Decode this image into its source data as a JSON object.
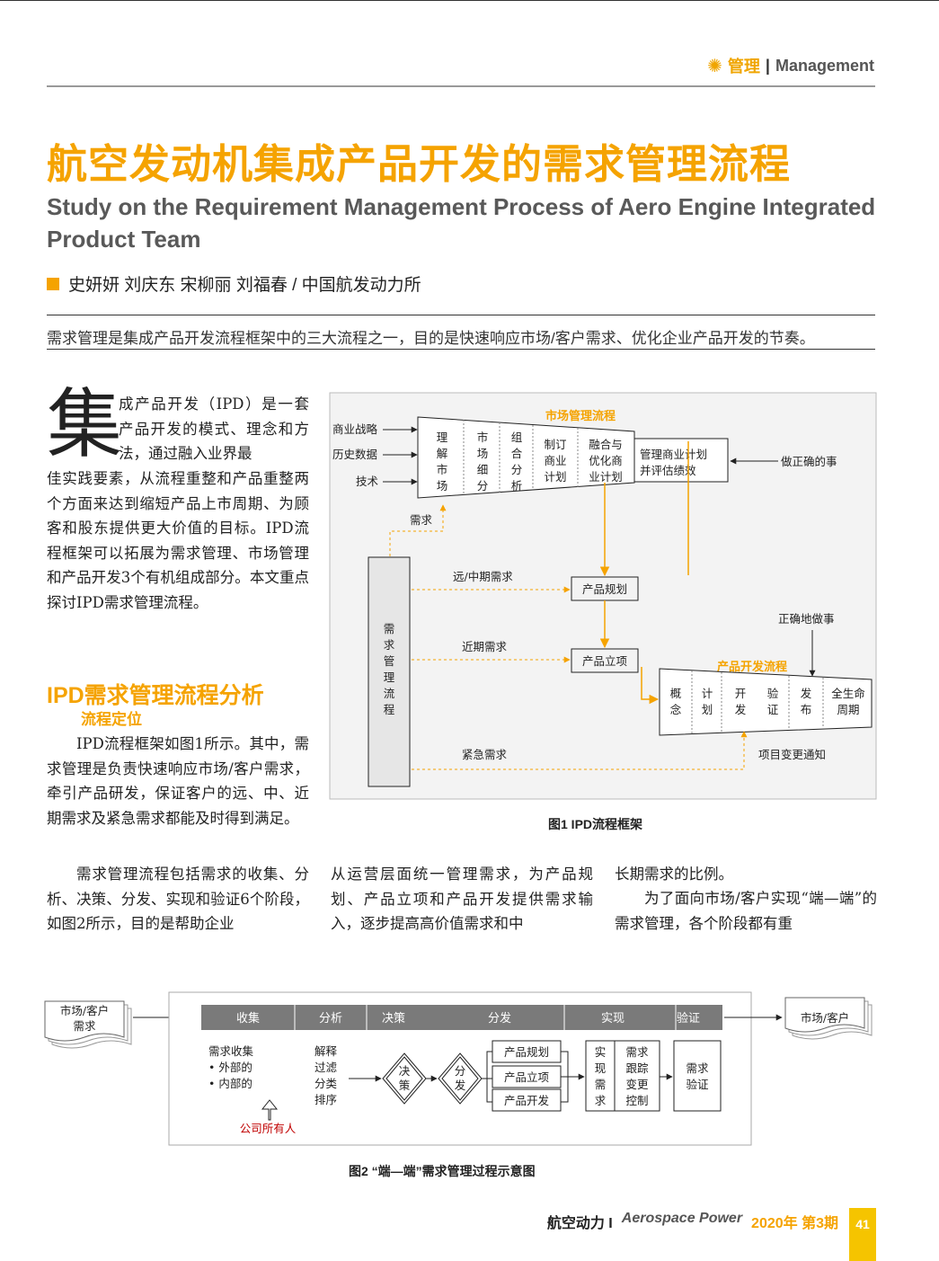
{
  "header": {
    "section_cn": "管理",
    "section_sep": "|",
    "section_en": "Management"
  },
  "title": "航空发动机集成产品开发的需求管理流程",
  "subtitle": "Study on the Requirement Management Process of Aero Engine Integrated Product Team",
  "authors": "史妍妍  刘庆东  宋柳丽  刘福春 / 中国航发动力所",
  "abstract": "需求管理是集成产品开发流程框架中的三大流程之一，目的是快速响应市场/客户需求、优化企业产品开发的节奏。",
  "intro": {
    "dropcap": "集",
    "first": "成产品开发（IPD）是一套产品开发的模式、理念和方法，通过融入业界最",
    "rest": "佳实践要素，从流程重整和产品重整两个方面来达到缩短产品上市周期、为顾客和股东提供更大价值的目标。IPD流程框架可以拓展为需求管理、市场管理和产品开发3个有机组成部分。本文重点探讨IPD需求管理流程。"
  },
  "section": {
    "heading": "IPD需求管理流程分析",
    "subheading": "流程定位",
    "p1": "IPD流程框架如图1所示。其中，需求管理是负责快速响应市场/客户需求，牵引产品研发，保证客户的远、中、近期需求及紧急需求都能及时得到满足。",
    "p2": "需求管理流程包括需求的收集、分析、决策、分发、实现和验证6个阶段，如图2所示，目的是帮助企业",
    "p3": "从运营层面统一管理需求，为产品规划、产品立项和产品开发提供需求输入，逐步提高高价值需求和中",
    "p4": "长期需求的比例。",
    "p5": "为了面向市场/客户实现“端—端”的需求管理，各个阶段都有重"
  },
  "figure1": {
    "caption": "图1  IPD流程框架",
    "market_title": "市场管理流程",
    "inputs": [
      "商业战略",
      "历史数据",
      "技术"
    ],
    "market_steps": [
      "理解市场",
      "市场细分",
      "组合分析",
      "制订商业计划",
      "融合与优化商业计划"
    ],
    "manage_plan": "管理商业计划并评估绩效",
    "do_right_thing": "做正确的事",
    "demand_label": "需求",
    "req_flow": "需求管理流程",
    "long_mid": "远/中期需求",
    "near": "近期需求",
    "urgent": "紧急需求",
    "product_plan": "产品规划",
    "product_project": "产品立项",
    "do_right": "正确地做事",
    "dev_title": "产品开发流程",
    "dev_steps": [
      "概念",
      "计划",
      "开发",
      "验证",
      "发布",
      "全生命周期"
    ],
    "change_notice": "项目变更通知"
  },
  "figure2": {
    "caption": "图2 “端—端”需求管理过程示意图",
    "left_doc": "市场/客户需求",
    "right_doc": "市场/客户",
    "stages": [
      "收集",
      "分析",
      "决策",
      "分发",
      "实现",
      "验证"
    ],
    "collect_title": "需求收集",
    "collect_items": [
      "• 外部的",
      "• 内部的"
    ],
    "analyze_items": [
      "解释",
      "过滤",
      "分类",
      "排序"
    ],
    "decide": "决策",
    "distribute": "分发",
    "outputs": [
      "产品规划",
      "产品立项",
      "产品开发"
    ],
    "realize": "实现需求",
    "track": "需求跟踪变更控制",
    "verify": "需求验证",
    "owner": "公司所有人"
  },
  "footer": {
    "journal_cn": "航空动力 I",
    "journal_en": "Aerospace Power",
    "issue": "2020年 第3期",
    "page": "41"
  },
  "colors": {
    "accent": "#f5a300",
    "grey": "#595959"
  }
}
